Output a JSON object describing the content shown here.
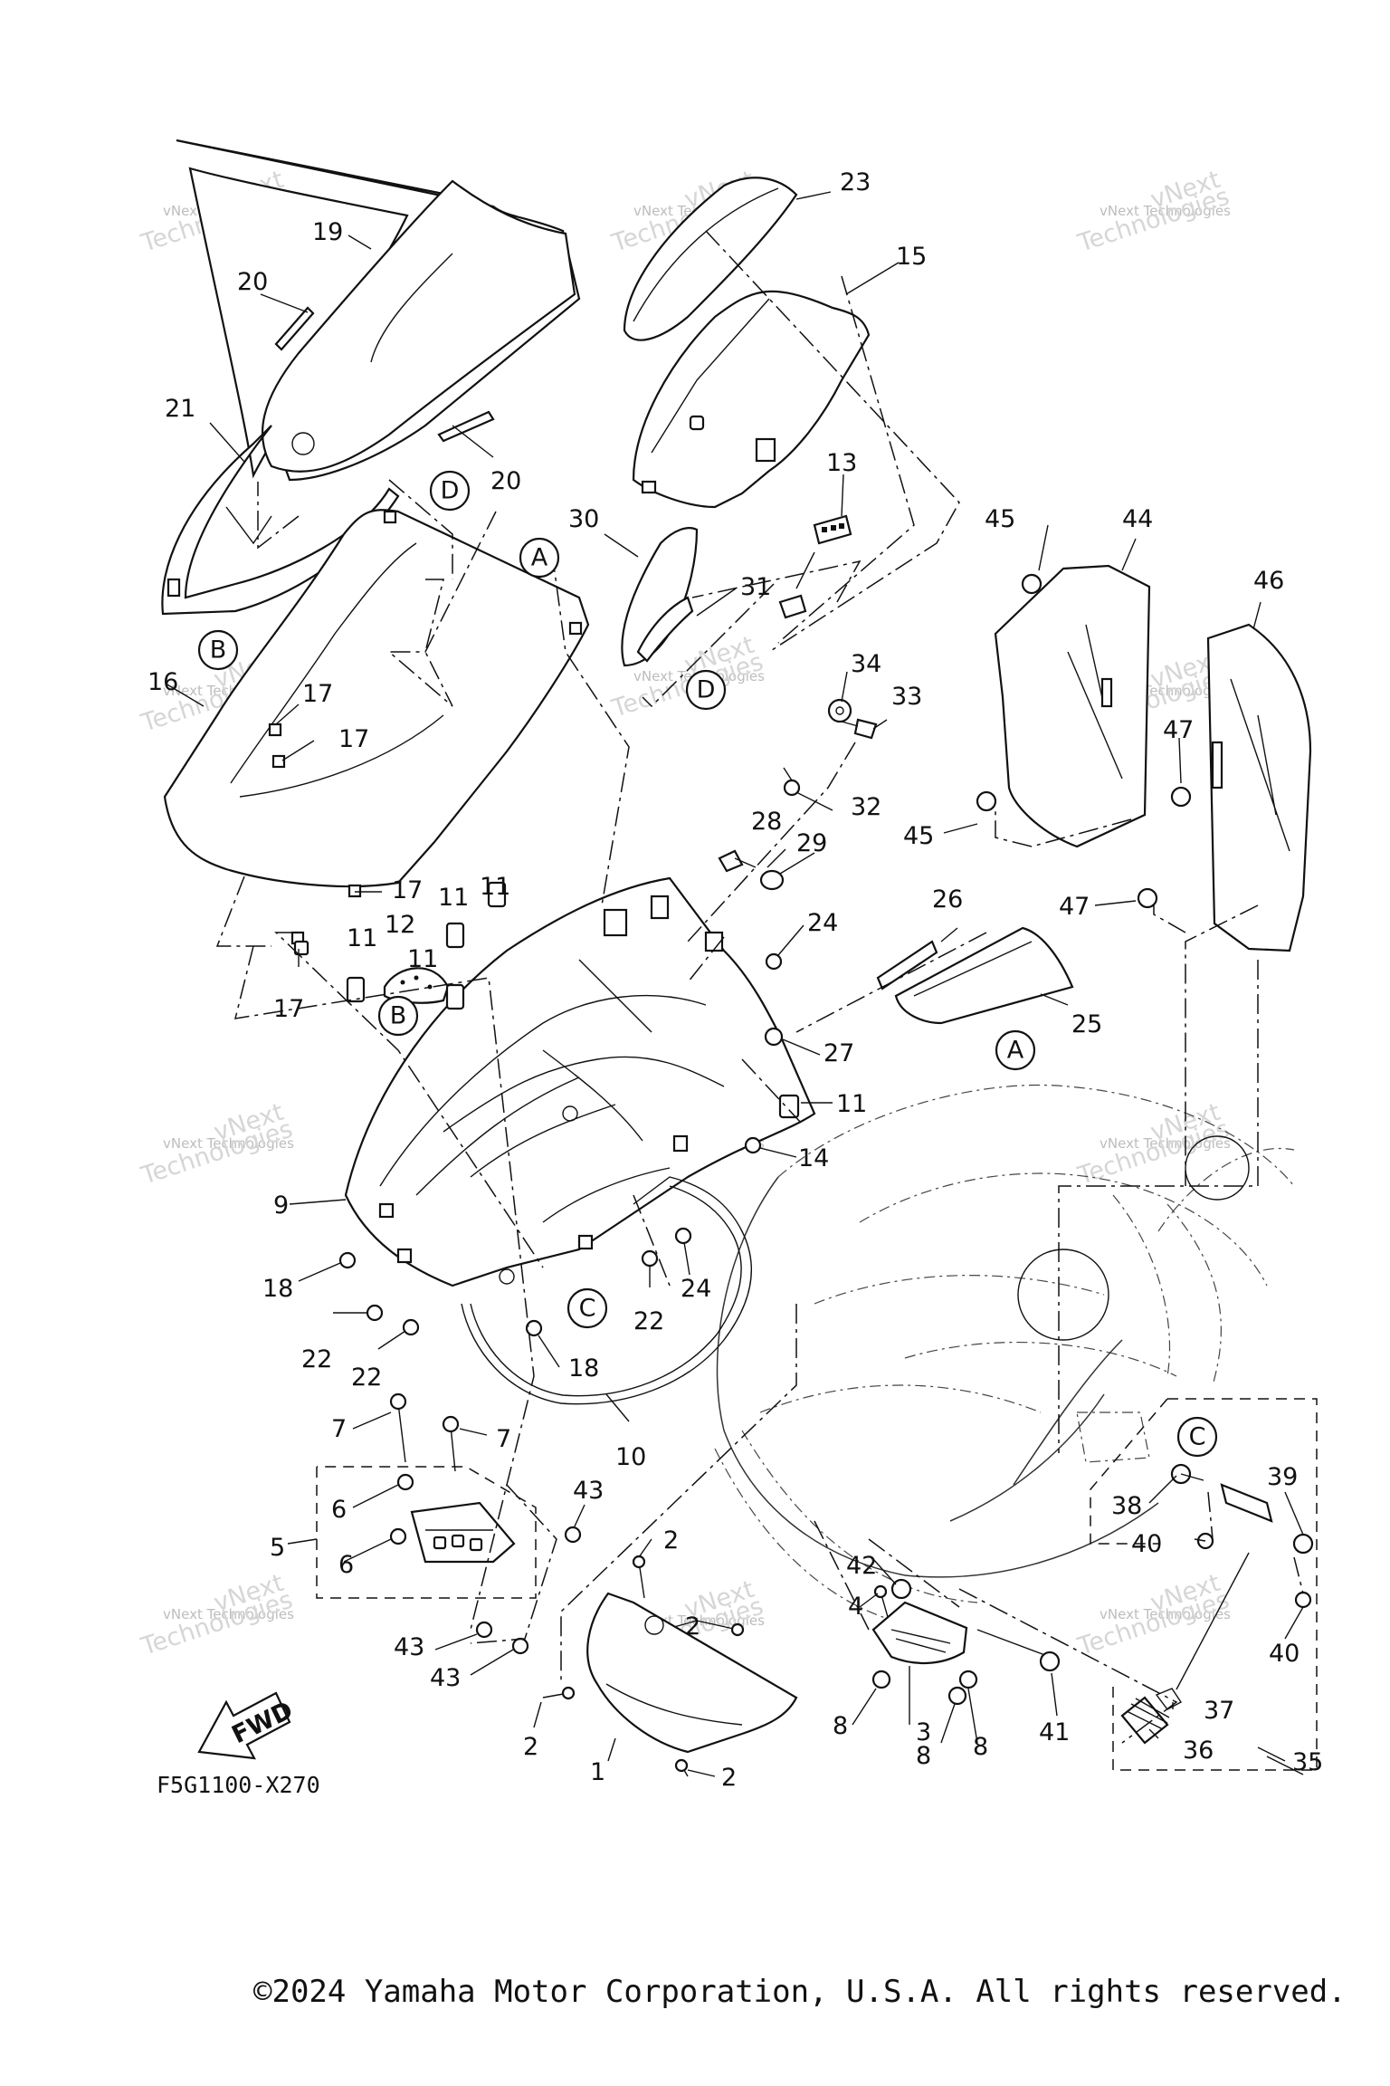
{
  "diagram_code": "F5G1100-X270",
  "copyright": "©2024 Yamaha Motor Corporation, U.S.A. All rights reserved.",
  "watermark": {
    "line1": "vNext Technologies",
    "line2": "vNext",
    "line3": "Technologies"
  },
  "fwd_label": "FWD",
  "callouts": [
    "A",
    "B",
    "C",
    "D"
  ],
  "part_labels": [
    "1",
    "2",
    "3",
    "4",
    "5",
    "6",
    "7",
    "8",
    "9",
    "10",
    "11",
    "12",
    "13",
    "14",
    "15",
    "16",
    "17",
    "18",
    "19",
    "20",
    "21",
    "22",
    "23",
    "24",
    "25",
    "26",
    "27",
    "28",
    "29",
    "30",
    "31",
    "32",
    "33",
    "34",
    "35",
    "36",
    "37",
    "38",
    "39",
    "40",
    "41",
    "42",
    "43",
    "44",
    "45",
    "46",
    "47"
  ]
}
